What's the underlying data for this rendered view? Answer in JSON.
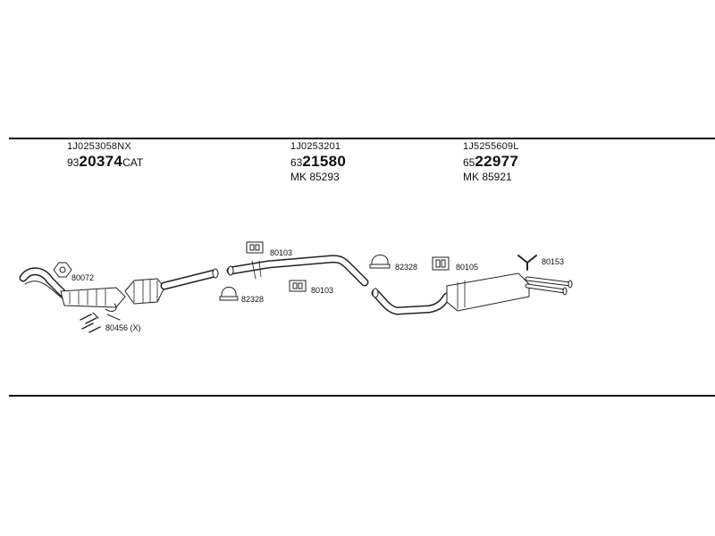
{
  "part_numbers": {
    "cat": {
      "oem": "1J0253058NX",
      "prefix": "93",
      "number": "20374",
      "suffix": "CAT"
    },
    "front": {
      "oem": "1J0253201",
      "prefix": "63",
      "number": "21580",
      "mk": "MK  85293"
    },
    "rear": {
      "oem": "1J5255609L",
      "prefix": "65",
      "number": "22977",
      "mk": "MK  85921"
    }
  },
  "labels": {
    "gasket": "80072",
    "bolts": "80456 (X)",
    "hanger_front_top": "80103",
    "hanger_front_bottom": "80103",
    "clamp_front": "82328",
    "clamp_rear": "82328",
    "hanger_rear": "80105",
    "tailpipe_bracket": "80153"
  }
}
